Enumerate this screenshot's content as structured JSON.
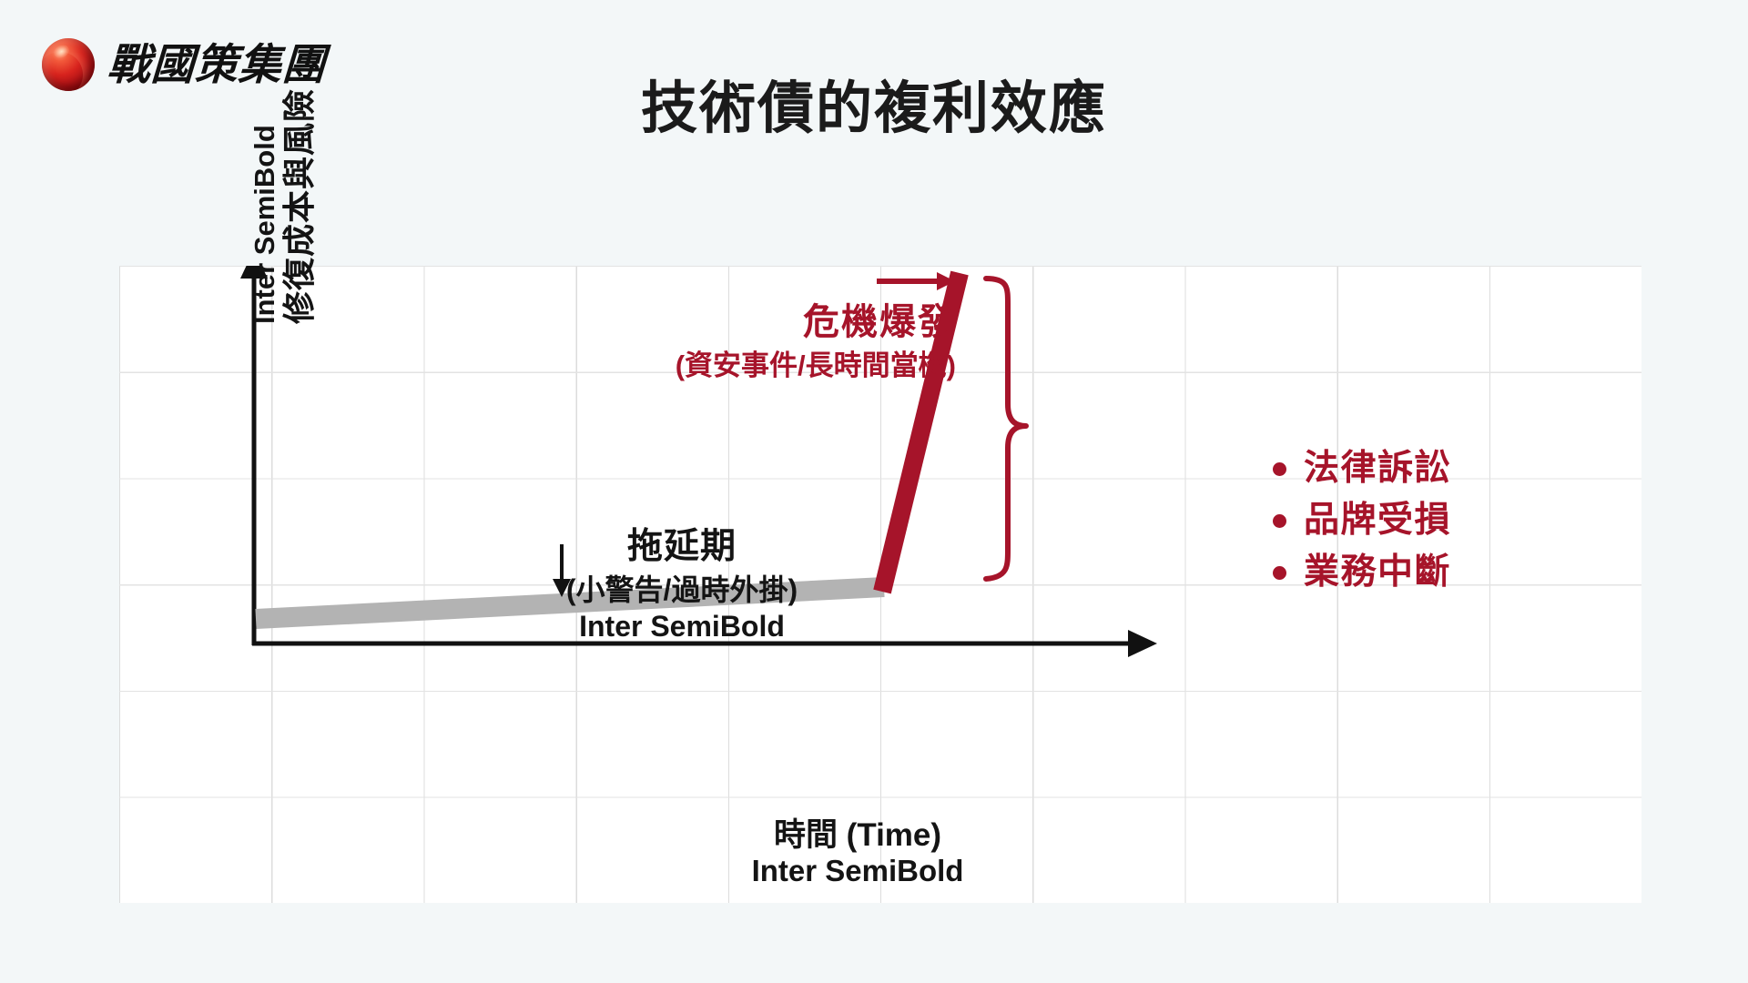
{
  "brand": {
    "logo_icon": "red-sphere-logo",
    "wordmark": "戰國策集團"
  },
  "header": {
    "title": "技術債的複利效應"
  },
  "colors": {
    "background": "#f3f7f8",
    "panel": "#ffffff",
    "grid": "#dcdcdc",
    "axis": "#111111",
    "crisis_red": "#a6142a",
    "slow_line_gray": "#b3b3b3",
    "text": "#141414"
  },
  "chart_data": {
    "type": "line",
    "title": "技術債的複利效應",
    "xlabel": "時間 (Time)",
    "xlabel_sub": "Inter SemiBold",
    "ylabel": "修復成本與風險",
    "ylabel_sub": "Inter SemiBold",
    "grid": true,
    "legend": "none",
    "xlim": [
      0,
      10
    ],
    "ylim": [
      0,
      10
    ],
    "series": [
      {
        "name": "拖延期 (slow accrual)",
        "color": "#b3b3b3",
        "style": "thick-line",
        "x": [
          0.0,
          7.0
        ],
        "y": [
          0.55,
          1.25
        ]
      },
      {
        "name": "危機爆發 (crisis spike)",
        "color": "#a6142a",
        "style": "thick-line",
        "x": [
          7.0,
          7.9
        ],
        "y": [
          1.25,
          9.55
        ]
      }
    ],
    "annotations": [
      {
        "id": "slow-phase",
        "head": "拖延期",
        "sub": "(小警告/過時外掛)",
        "latin": "Inter SemiBold",
        "color": "#141414",
        "pointer": "down-arrow",
        "x": 3.6,
        "y": 3.2
      },
      {
        "id": "crisis",
        "head": "危機爆發",
        "sub": "(資安事件/長時間當機)",
        "color": "#a6142a",
        "pointer": "right-arrow",
        "x": 5.6,
        "y": 9.3
      }
    ],
    "consequences": {
      "bracket": "right-curly-brace",
      "color": "#a6142a",
      "items": [
        "法律訴訟",
        "品牌受損",
        "業務中斷"
      ]
    }
  }
}
